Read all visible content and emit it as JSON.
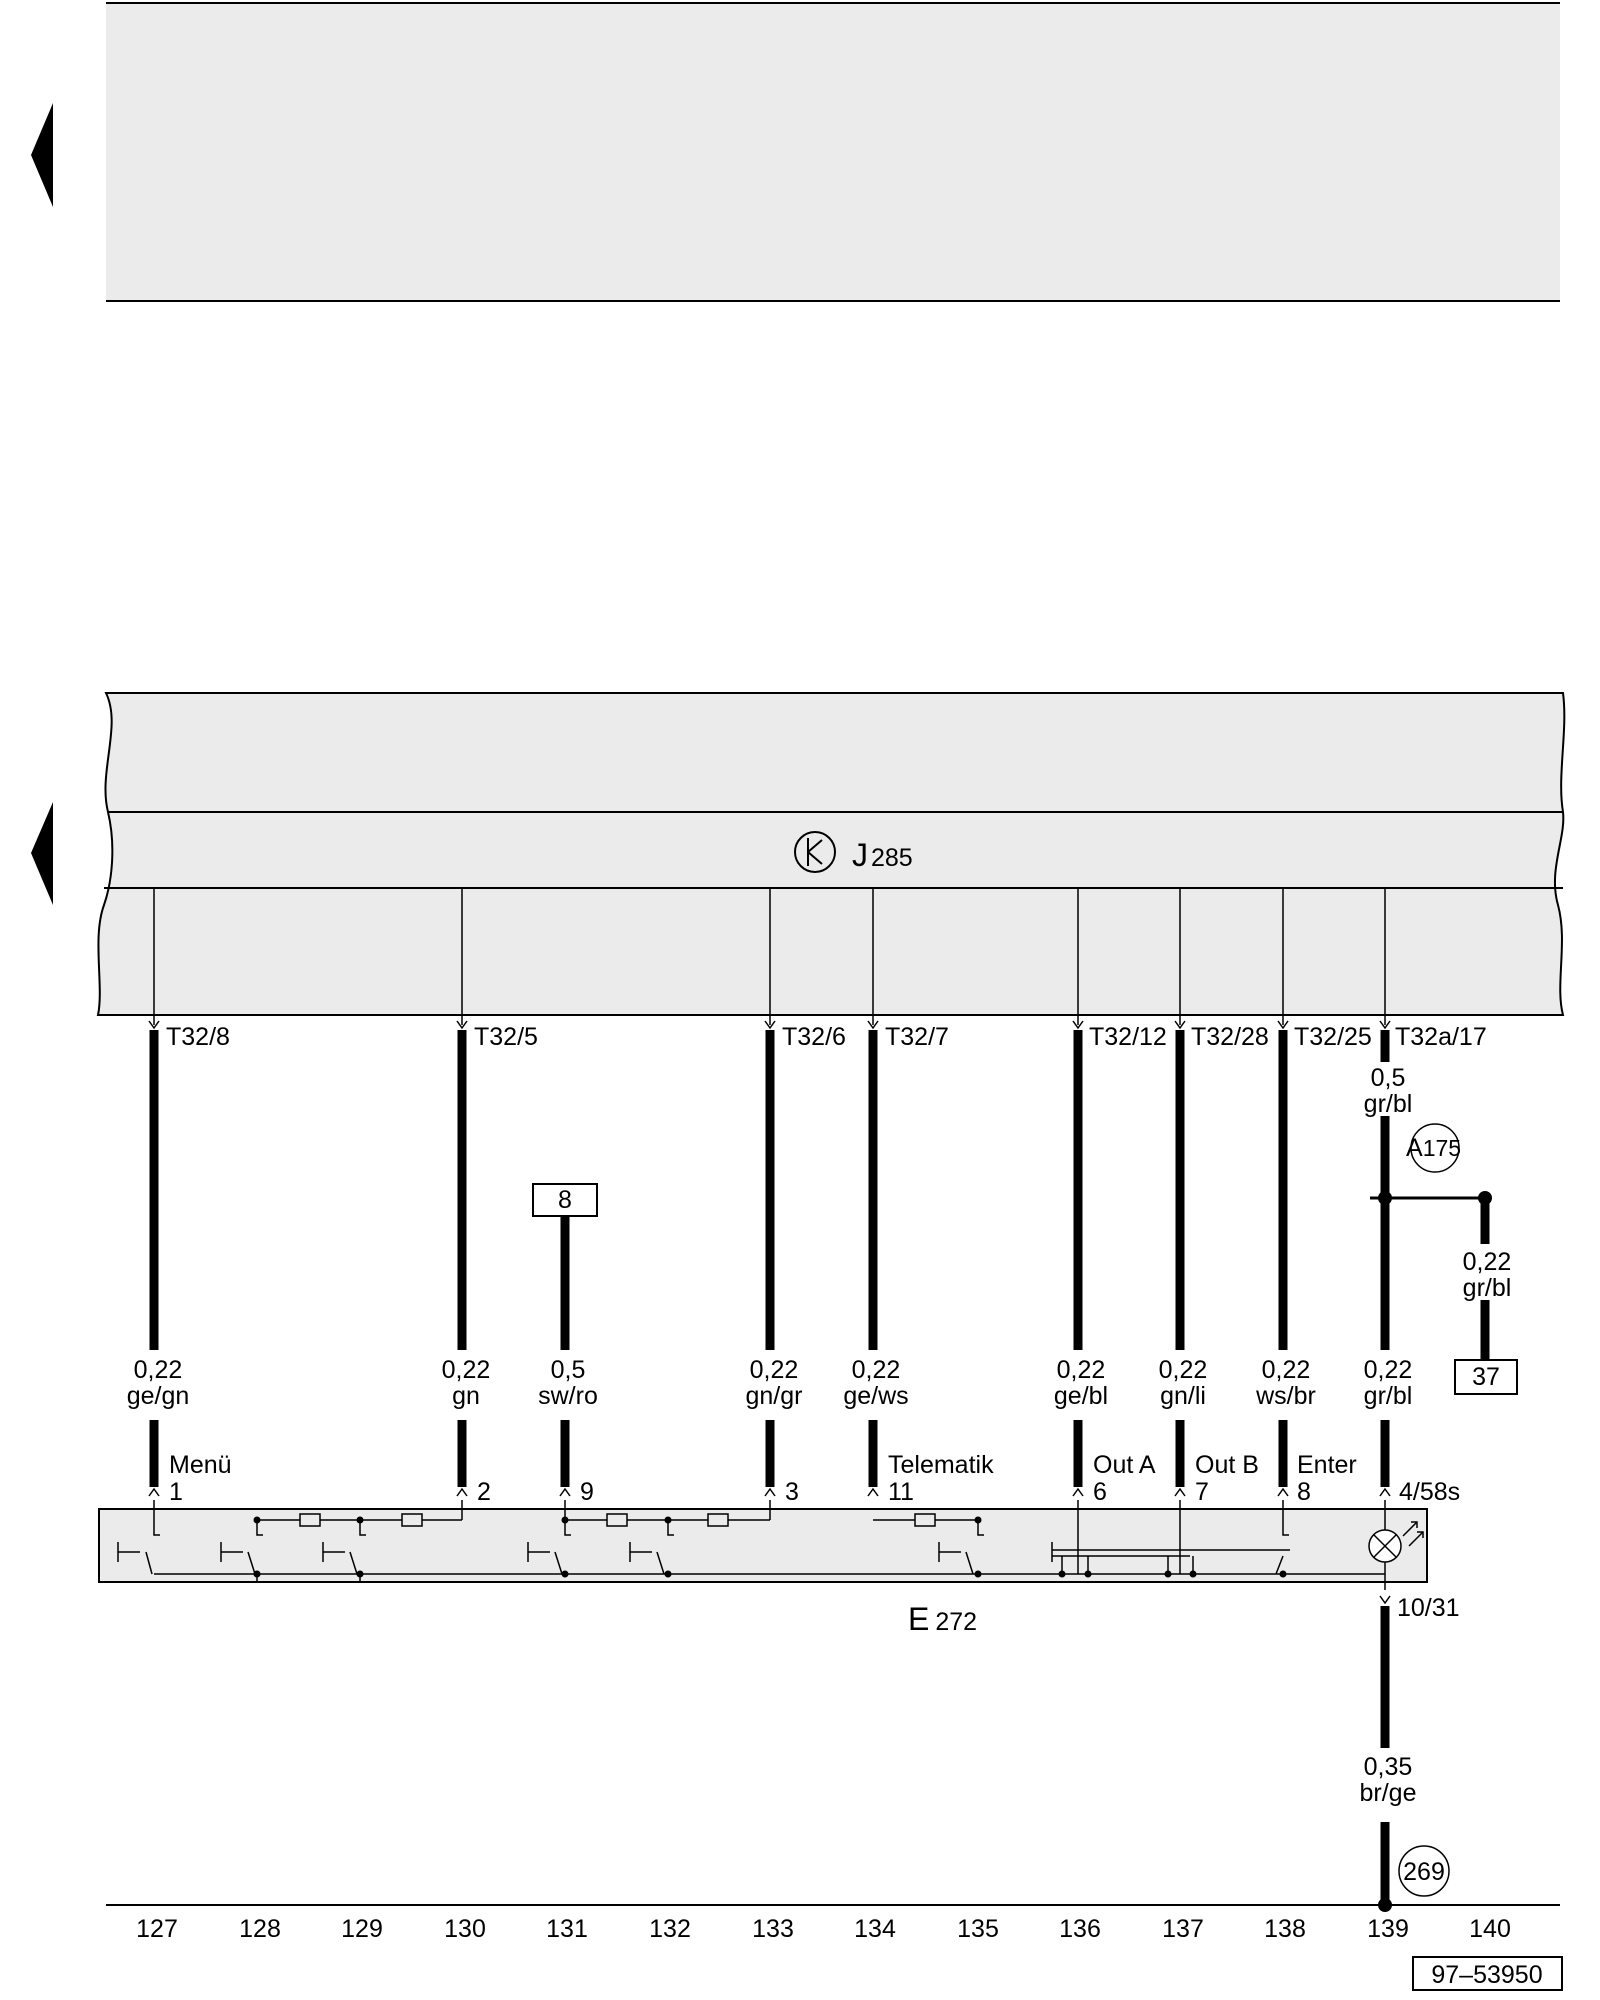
{
  "top_panel": {},
  "control_unit": {
    "letter": "J",
    "number": "285",
    "symbol": "K"
  },
  "switch_unit": {
    "letter": "E",
    "number": "272"
  },
  "connections": [
    {
      "pin": "T32/8",
      "size": "0,22",
      "color": "ge/gn",
      "term_name": "Menü",
      "term_num": "1"
    },
    {
      "pin": "T32/5",
      "size": "0,22",
      "color": "gn",
      "term_name": "",
      "term_num": "2"
    },
    {
      "pin": "T32/6",
      "size": "0,22",
      "color": "gn/gr",
      "term_name": "",
      "term_num": "3"
    },
    {
      "pin": "T32/7",
      "size": "0,22",
      "color": "ge/ws",
      "term_name": "Telematik",
      "term_num": "11"
    },
    {
      "pin": "T32/12",
      "size": "0,22",
      "color": "ge/bl",
      "term_name": "Out A",
      "term_num": "6"
    },
    {
      "pin": "T32/28",
      "size": "0,22",
      "color": "gn/li",
      "term_name": "Out B",
      "term_num": "7"
    },
    {
      "pin": "T32/25",
      "size": "0,22",
      "color": "ws/br",
      "term_name": "Enter",
      "term_num": "8"
    }
  ],
  "sw_wire": {
    "ref": "8",
    "size": "0,5",
    "color": "sw/ro",
    "term_num": "9"
  },
  "right_feed": {
    "pin": "T32a/17",
    "size_upper": "0,5",
    "color_upper": "gr/bl",
    "connector": "A",
    "connector_num": "175",
    "size_lower": "0,22",
    "color_lower": "gr/bl",
    "term_num": "4/58s",
    "branch_size": "0,22",
    "branch_color": "gr/bl",
    "branch_ref": "37"
  },
  "ground_wire": {
    "term": "10/31",
    "size": "0,35",
    "color": "br/ge",
    "ground_ref": "269"
  },
  "tracks": [
    "127",
    "128",
    "129",
    "130",
    "131",
    "132",
    "133",
    "134",
    "135",
    "136",
    "137",
    "138",
    "139",
    "140"
  ],
  "figure_id": "97–53950"
}
